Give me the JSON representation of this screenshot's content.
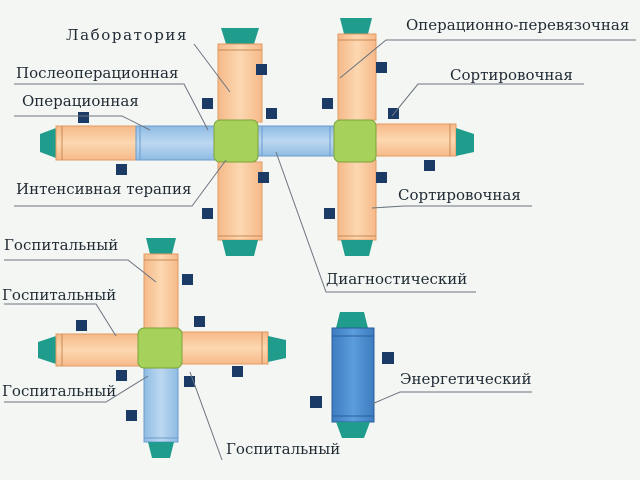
{
  "colors": {
    "background": "#f4f6f3",
    "duct_orange": "#fbd0a5",
    "duct_blue": "#a8cbea",
    "hub_green": "#a6d15a",
    "fan_teal": "#1f9c8c",
    "damper_box": "#1b3a66",
    "energy_unit": "#4e8fd0"
  },
  "labels": {
    "lab": "Лаборатория",
    "postop": "Послеоперационная",
    "operating": "Операционная",
    "icu": "Интенсивная терапия",
    "op_dressing": "Операционно-перевязочная",
    "sorting_1": "Сортировочная",
    "sorting_2": "Сортировочная",
    "diagnostic": "Диагностический",
    "hosp_1": "Госпитальный",
    "hosp_2": "Госпитальный",
    "hosp_3": "Госпитальный",
    "hosp_4": "Госпитальный",
    "energy": "Энергетический"
  }
}
